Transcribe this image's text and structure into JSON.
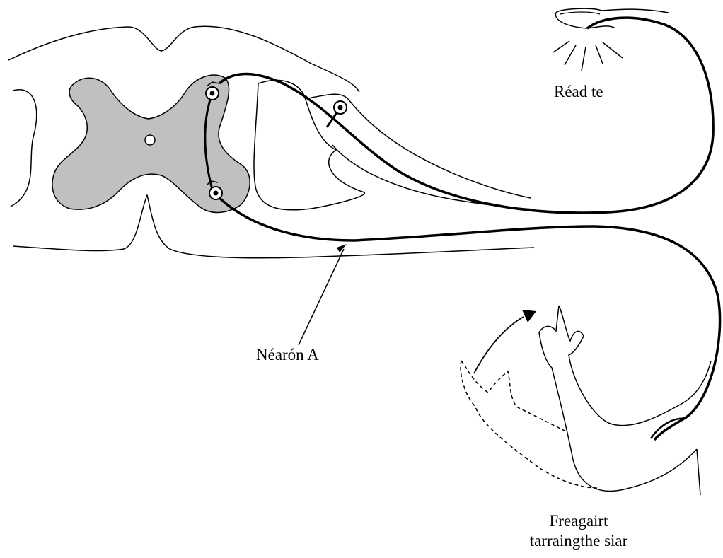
{
  "labels": {
    "heat": "Réad te",
    "neuron": "Néarón A",
    "response_line1": "Freagairt",
    "response_line2": "tarraingthe siar"
  },
  "colors": {
    "grey_matter": "#c0c0c3",
    "stroke": "#000000",
    "background": "#ffffff"
  }
}
